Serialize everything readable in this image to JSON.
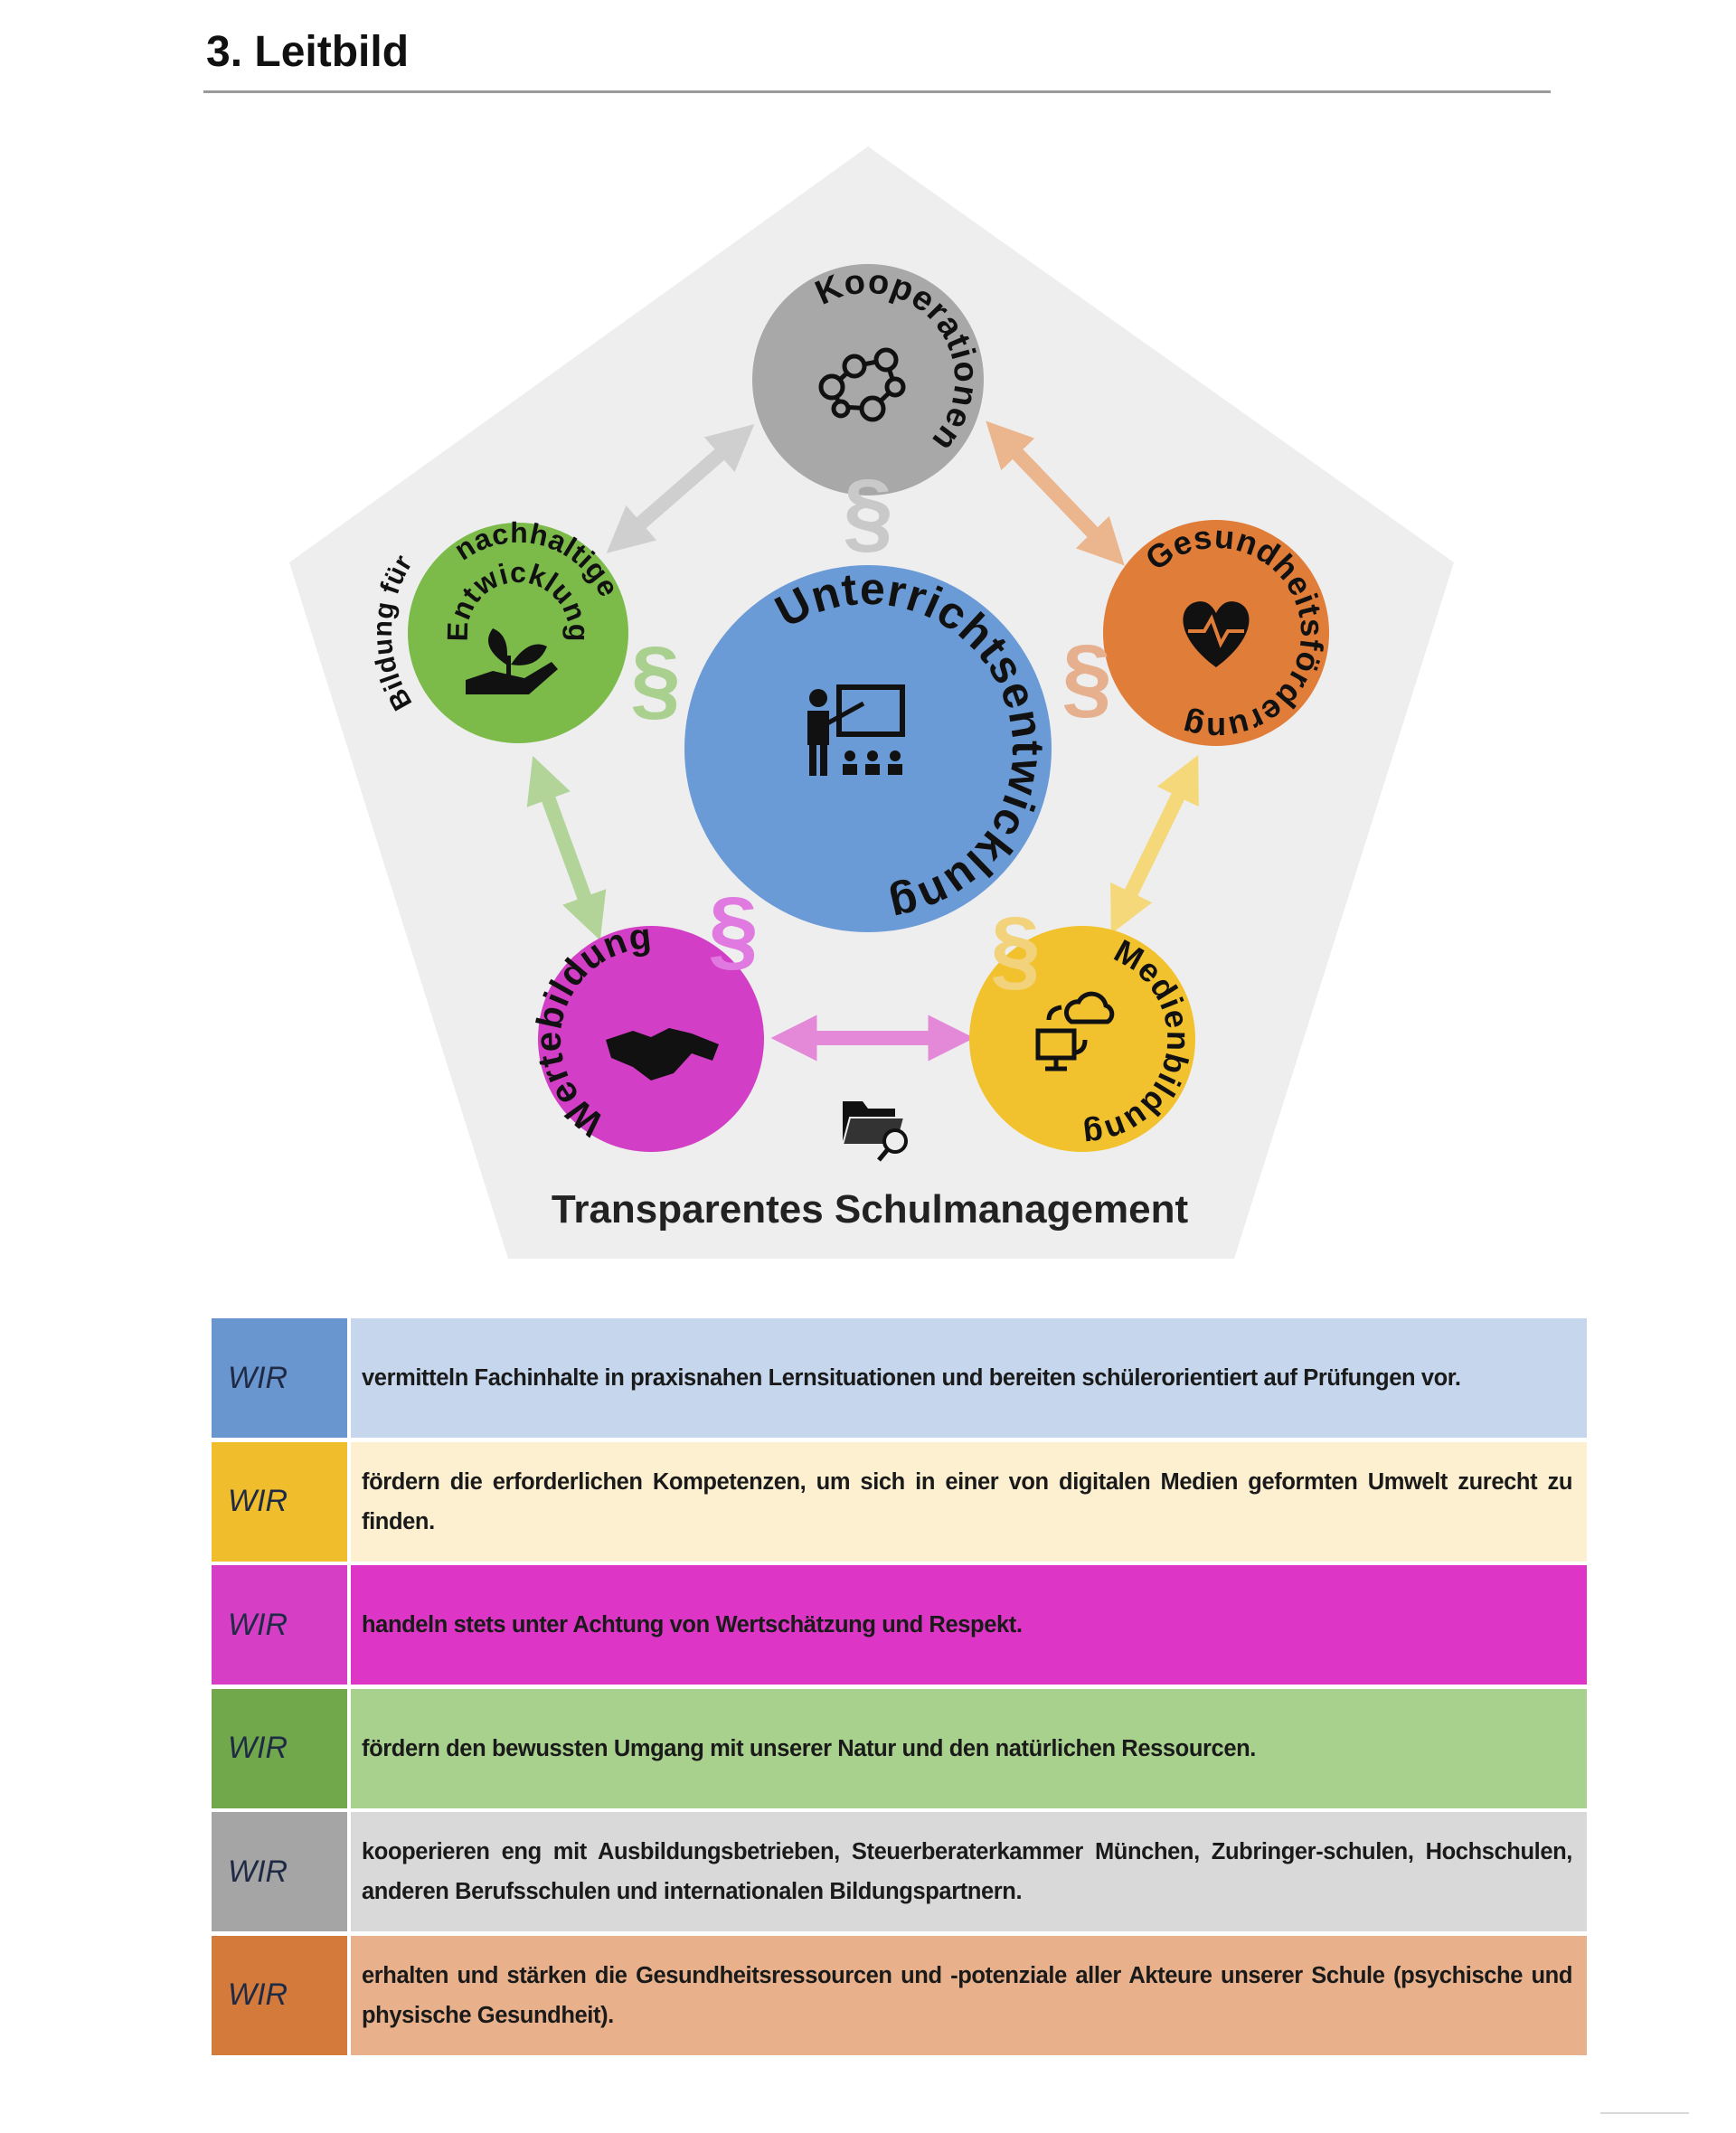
{
  "heading": "3.  Leitbild",
  "diagram": {
    "footer_label": "Transparentes Schulmanagement",
    "section_sign": "§",
    "center": {
      "label": "Unterrichtsentwicklung",
      "color": "#6b9bd6",
      "icon": "teacher-presentation-icon"
    },
    "nodes": {
      "kooperationen": {
        "label": "Kooperationen",
        "color": "#a8a8a8",
        "icon": "network-people-icon"
      },
      "gesundheit": {
        "label": "Gesundheitsförderung",
        "color": "#e07d38",
        "icon": "heart-pulse-icon"
      },
      "medien": {
        "label": "Medienbildung",
        "color": "#f2c22e",
        "icon": "cloud-computer-icon"
      },
      "werte": {
        "label": "Wertebildung",
        "color": "#d23fc6",
        "icon": "handshake-icon"
      },
      "bne": {
        "label_outer": "Bildung für",
        "label_line1": "nachhaltige",
        "label_line2": "Entwicklung",
        "color": "#7cbb4a",
        "icon": "hand-plant-icon"
      }
    }
  },
  "table": {
    "rows": [
      {
        "wir": "WIR",
        "text": "vermitteln Fachinhalte in praxisnahen Lernsituationen und bereiten schülerorientiert auf Prüfungen vor.",
        "accent": "#6a96d0",
        "bg": "#c5d6ed"
      },
      {
        "wir": "WIR",
        "text": "fördern die erforderlichen Kompetenzen, um sich in einer von digitalen Medien geformten Umwelt zurecht zu finden.",
        "accent": "#f0bd2c",
        "bg": "#fcf0d0"
      },
      {
        "wir": "WIR",
        "text": "handeln stets unter Achtung von Wertschätzung und Respekt.",
        "accent": "#d63ec6",
        "bg": "#dd36c6"
      },
      {
        "wir": "WIR",
        "text": "fördern den bewussten Umgang mit unserer Natur und den natürlichen Ressourcen.",
        "accent": "#72a84c",
        "bg": "#a9d18e"
      },
      {
        "wir": "WIR",
        "text": "kooperieren eng mit Ausbildungsbetrieben, Steuerberaterkammer München, Zubringer-schulen, Hochschulen, anderen Berufsschulen und internationalen Bildungspartnern.",
        "accent": "#a5a5a5",
        "bg": "#d9d9d9"
      },
      {
        "wir": "WIR",
        "text": "erhalten und stärken die Gesundheitsressourcen und -potenziale aller Akteure unserer Schule (psychische und physische Gesundheit).",
        "accent": "#d47a3b",
        "bg": "#e8b18b"
      }
    ]
  }
}
